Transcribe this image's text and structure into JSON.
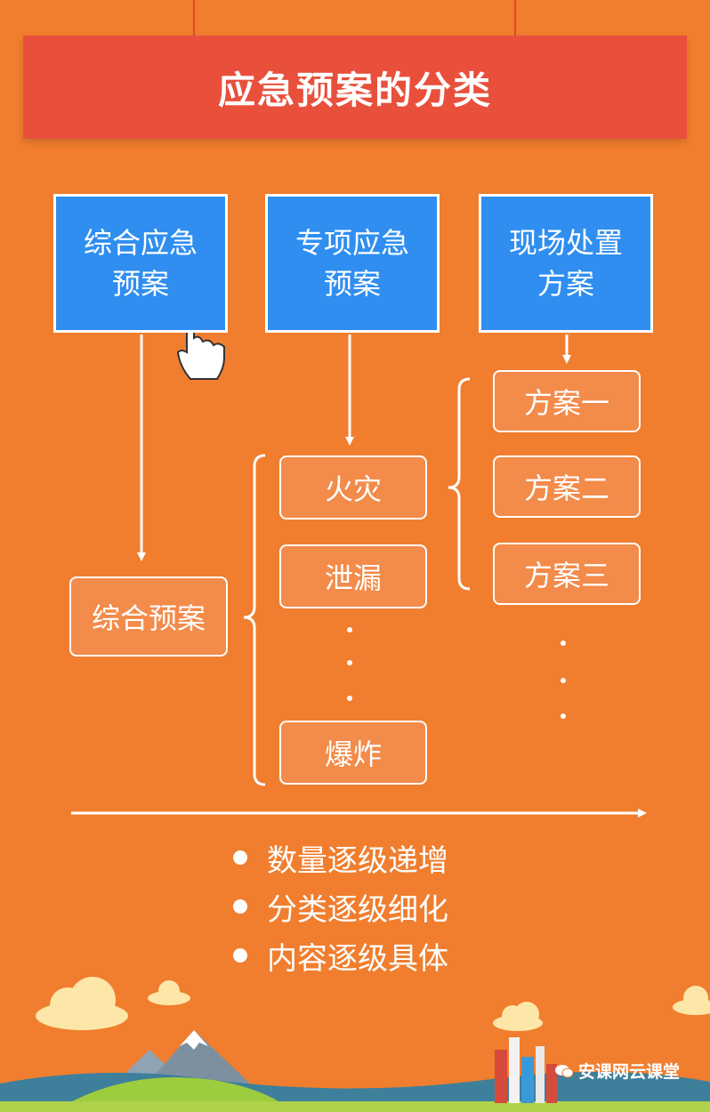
{
  "title": "应急预案的分类",
  "top_boxes": [
    {
      "line1": "综合应急",
      "line2": "预案"
    },
    {
      "line1": "专项应急",
      "line2": "预案"
    },
    {
      "line1": "现场处置",
      "line2": "方案"
    }
  ],
  "comprehensive": {
    "label": "综合预案"
  },
  "special_items": [
    "火灾",
    "泄漏",
    "爆炸"
  ],
  "onsite_items": [
    "方案一",
    "方案二",
    "方案三"
  ],
  "bullets": [
    "数量逐级递增",
    "分类逐级细化",
    "内容逐级具体"
  ],
  "watermark": "安课网云课堂",
  "colors": {
    "background": "#f07e2e",
    "banner": "#e8503c",
    "box_blue": "#2f8ef0",
    "pill": "#f38b4a"
  }
}
